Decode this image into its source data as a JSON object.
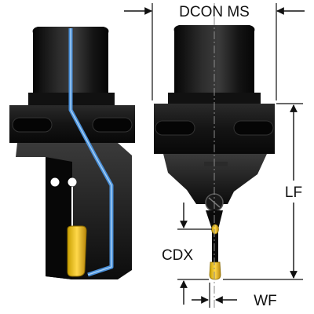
{
  "labels": {
    "dcon_ms": "DCON MS",
    "lf": "LF",
    "cdx": "CDX",
    "wf": "WF"
  },
  "colors": {
    "body": "#0b0b0b",
    "body_mid": "#1f1f1f",
    "body_light": "#3a3a3a",
    "coolant_channel": "#4a90d9",
    "insert": "#f1c40f",
    "insert_dark": "#b8860b",
    "dimension_line": "#111111",
    "center_line": "#8a8a8a",
    "background": "#ffffff"
  }
}
